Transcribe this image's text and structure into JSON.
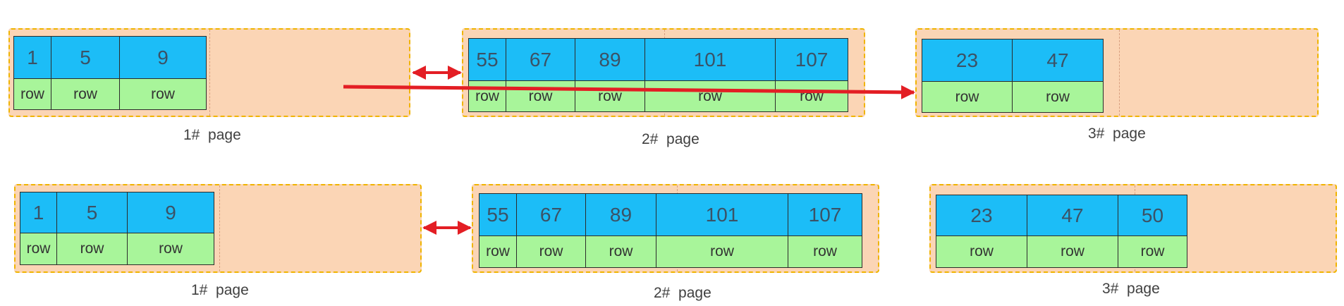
{
  "colors": {
    "page_fill": "#fbd5b5",
    "page_border": "#f0b400",
    "key_fill": "#1cbdf7",
    "row_fill": "#a8f59a",
    "arrow": "#e31e24"
  },
  "top": {
    "pages": [
      {
        "label": "1#  page",
        "records": [
          {
            "key": "1",
            "row": "row"
          },
          {
            "key": "5",
            "row": "row"
          },
          {
            "key": "9",
            "row": "row"
          }
        ]
      },
      {
        "label": "2#  page",
        "records": [
          {
            "key": "55",
            "row": "row"
          },
          {
            "key": "67",
            "row": "row"
          },
          {
            "key": "89",
            "row": "row"
          },
          {
            "key": "101",
            "row": "row"
          },
          {
            "key": "107",
            "row": "row"
          }
        ]
      },
      {
        "label": "3#  page",
        "records": [
          {
            "key": "23",
            "row": "row"
          },
          {
            "key": "47",
            "row": "row"
          }
        ]
      }
    ]
  },
  "bottom": {
    "pages": [
      {
        "label": "1#  page",
        "records": [
          {
            "key": "1",
            "row": "row"
          },
          {
            "key": "5",
            "row": "row"
          },
          {
            "key": "9",
            "row": "row"
          }
        ]
      },
      {
        "label": "2#  page",
        "records": [
          {
            "key": "55",
            "row": "row"
          },
          {
            "key": "67",
            "row": "row"
          },
          {
            "key": "89",
            "row": "row"
          },
          {
            "key": "101",
            "row": "row"
          },
          {
            "key": "107",
            "row": "row"
          }
        ]
      },
      {
        "label": "3#  page",
        "records": [
          {
            "key": "23",
            "row": "row"
          },
          {
            "key": "47",
            "row": "row"
          },
          {
            "key": "50",
            "row": "row"
          }
        ]
      }
    ]
  }
}
